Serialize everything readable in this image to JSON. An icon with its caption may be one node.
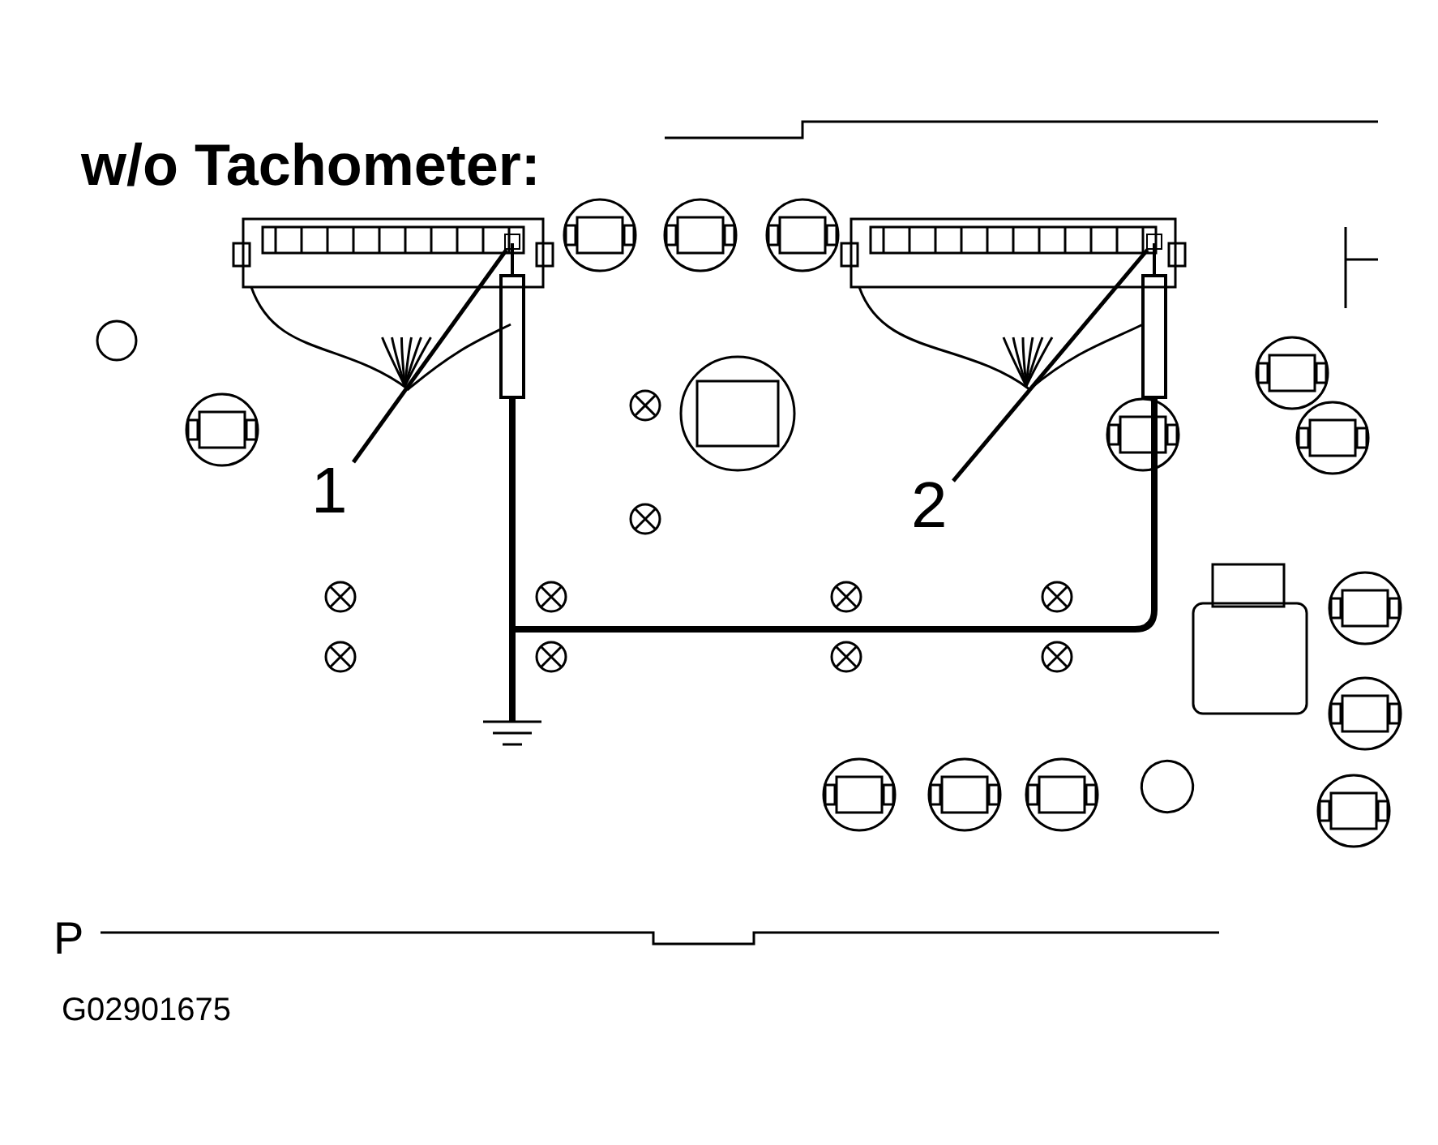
{
  "diagram": {
    "title": "w/o Tachometer:",
    "nodes": [
      {
        "text": [
          "1"
        ]
      },
      {
        "text": [
          "2"
        ]
      },
      {
        "text": [],
        "shape": "box"
      },
      {
        "text": [],
        "shape": "box"
      }
    ],
    "edges": [
      {
        "from": 0,
        "to": 2,
        "arrow": "none"
      },
      {
        "from": 1,
        "to": 3,
        "arrow": "none"
      }
    ],
    "labels": [
      "P",
      "G02901675"
    ]
  }
}
